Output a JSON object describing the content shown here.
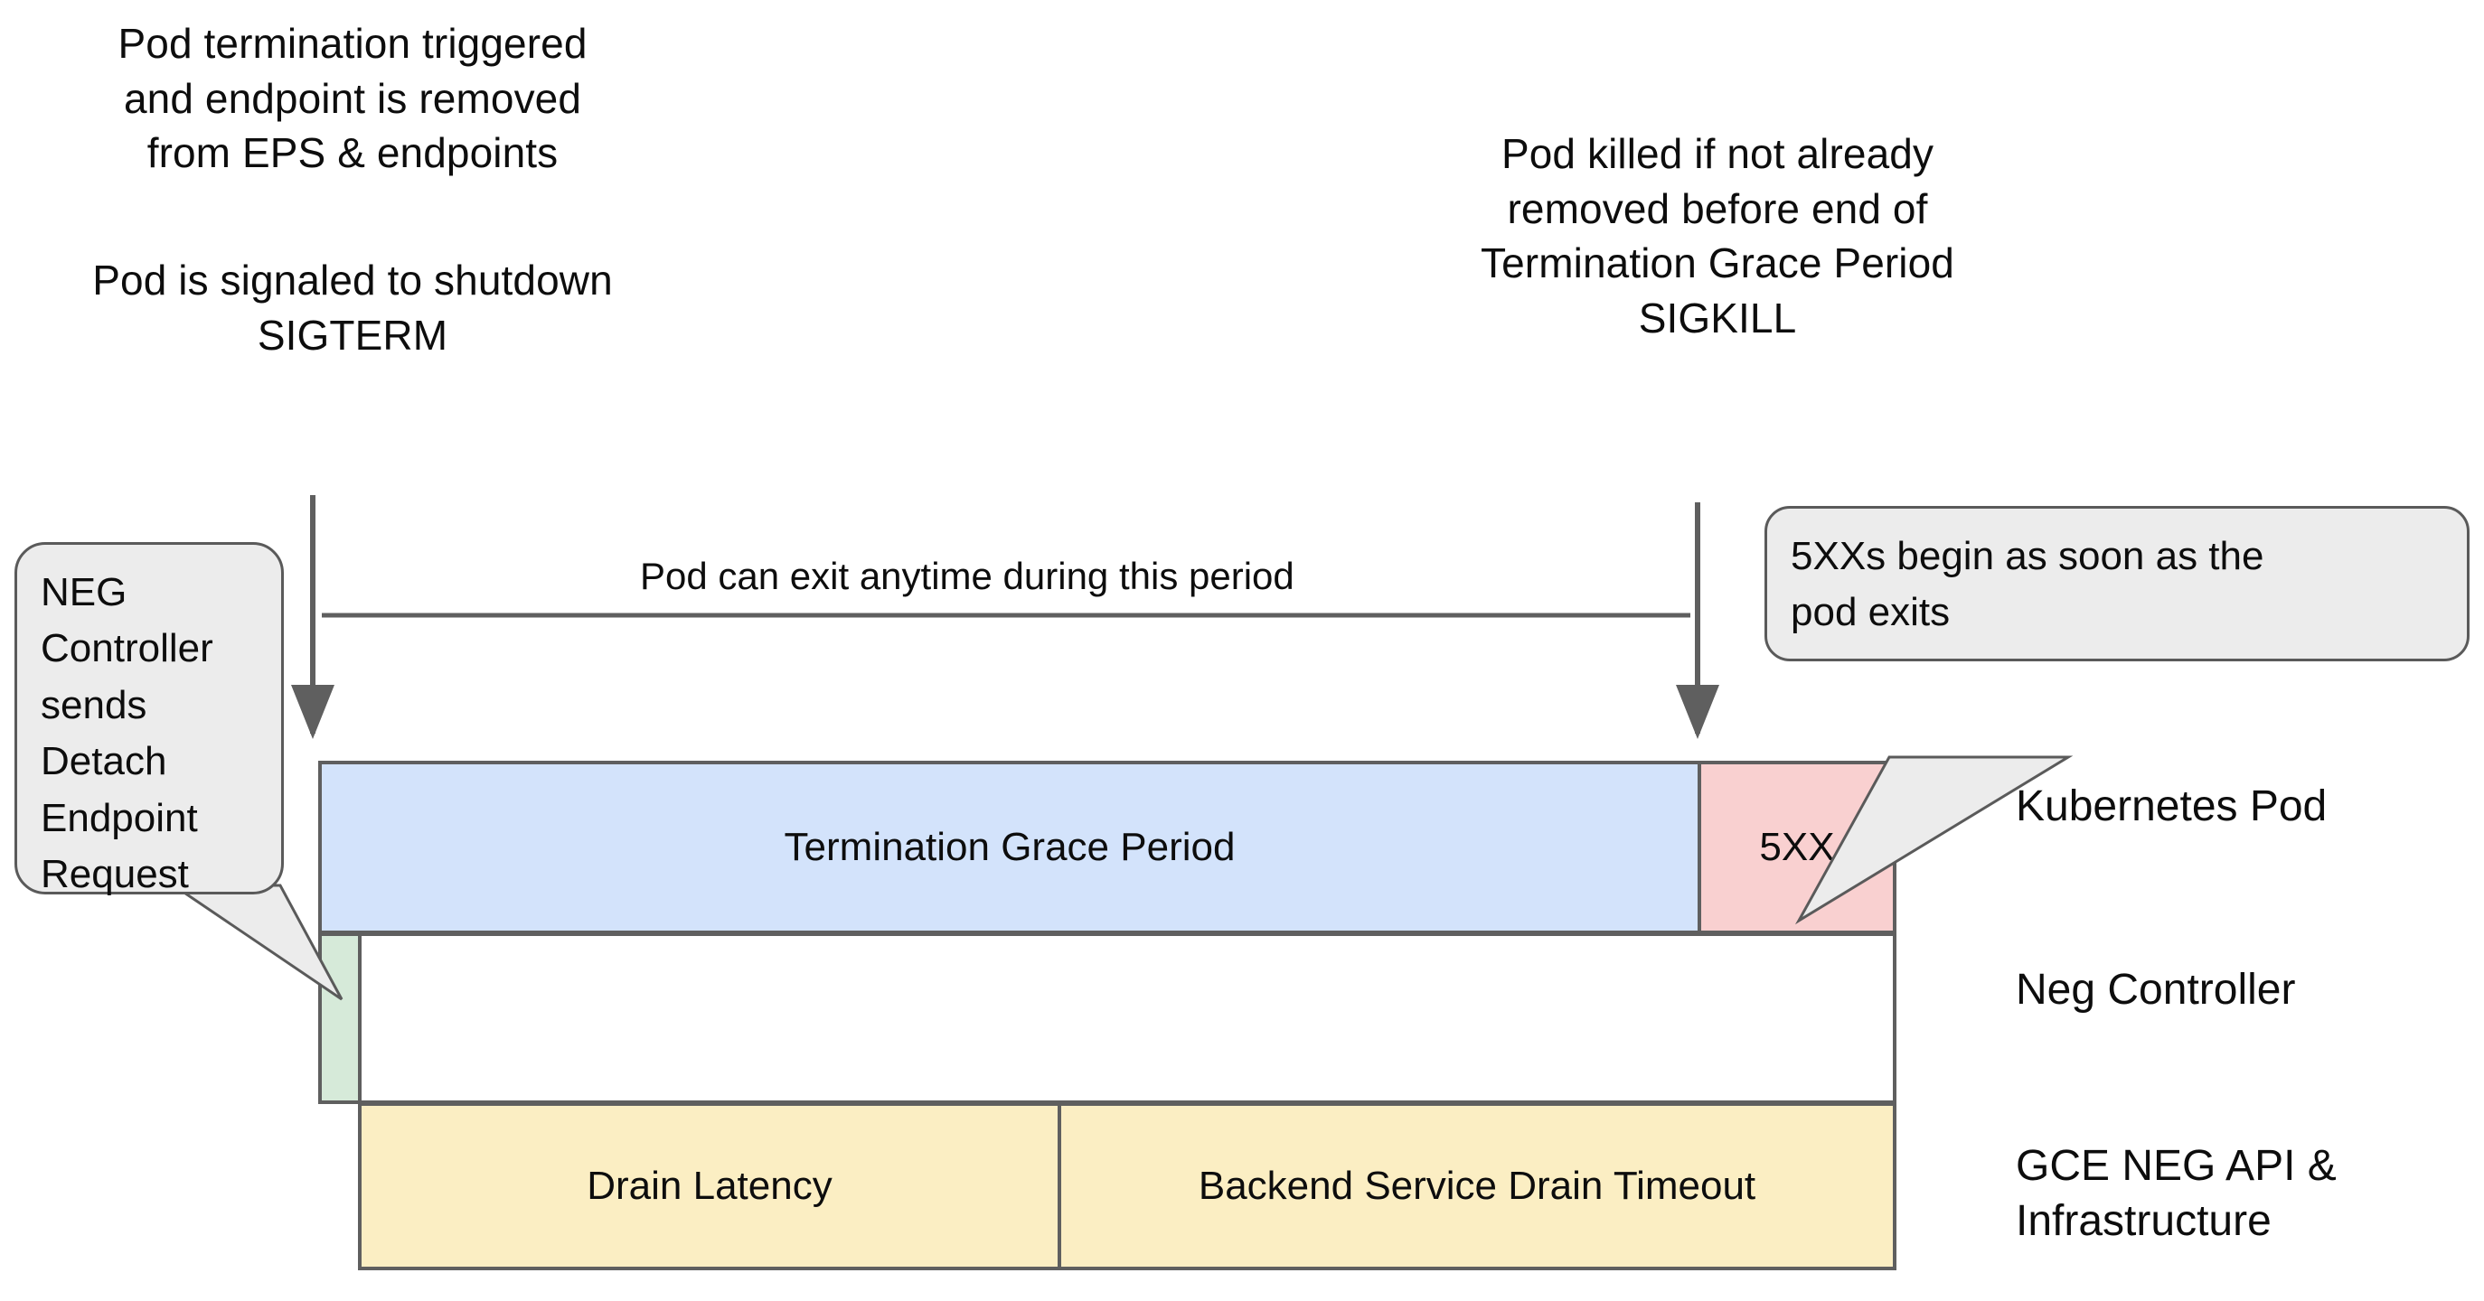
{
  "diagram": {
    "title_notes": {
      "left_note_1": "Pod termination triggered\nand endpoint is removed\nfrom EPS & endpoints",
      "left_note_2": "Pod is signaled to shutdown\nSIGTERM",
      "right_note_1": "Pod killed if not already\nremoved before end of\nTermination Grace Period\nSIGKILL"
    },
    "span_label": "Pod can exit anytime during this period",
    "callouts": {
      "neg_controller": "NEG\nController\nsends\nDetach\nEndpoint\nRequest",
      "five_xx": "5XXs begin as soon as the\npod exits"
    },
    "bars": {
      "termination_grace_period": "Termination Grace Period",
      "five_xx": "5XX",
      "neg_controller": "",
      "neg_row_blank": "",
      "drain_latency": "Drain Latency",
      "backend_service_drain_timeout": "Backend Service Drain Timeout"
    },
    "row_labels": {
      "kubernetes_pod": "Kubernetes Pod",
      "neg_controller": "Neg Controller",
      "gce_neg_api": "GCE NEG API &\nInfrastructure"
    },
    "colors": {
      "termination_grace_period_fill": "#d3e3fb",
      "five_xx_fill": "#f9d0d0",
      "neg_controller_fill": "#d6ead9",
      "drain_fill": "#fbeec3",
      "callout_fill": "#ececec",
      "stroke": "#5f5f5f",
      "background": "#ffffff"
    }
  }
}
